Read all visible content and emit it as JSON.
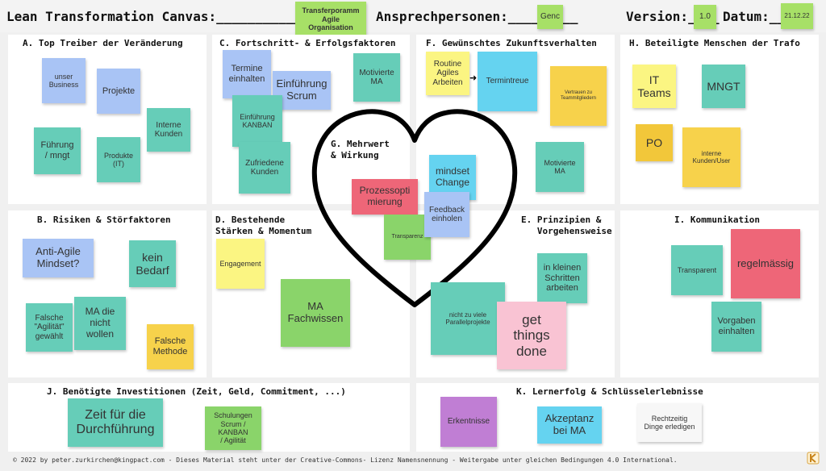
{
  "header": {
    "canvas_title": "Lean Transformation Canvas:___________",
    "project_note": "Transferporamm\nAgile\nOrganisation",
    "contacts_label": "Ansprechpersonen:_________",
    "contacts_note": "Genc",
    "version_label": "Version:____",
    "version_note": "1.0",
    "date_label": "Datum:____",
    "date_note": "21.12.22"
  },
  "sections": {
    "a": "A. Top Treiber der Veränderung",
    "b": "B. Risiken & Störfaktoren",
    "c": "C. Fortschritt- & Erfolgsfaktoren",
    "d": "D. Bestehende\nStärken & Momentum",
    "e": "E. Prinzipien &\n   Vorgehensweise",
    "f": "F. Gewünschtes Zukunftsverhalten",
    "g": "G. Mehrwert\n& Wirkung",
    "h": "H. Beteiligte Menschen der Trafo",
    "i": "I. Kommunikation",
    "j": "J. Benötigte Investitionen (Zeit, Geld, Commitment, ...)",
    "k": "K. Lernerfolg & Schlüsselerlebnisse"
  },
  "notes": {
    "a1": "unser\nBusiness",
    "a2": "Projekte",
    "a3": "Interne\nKunden",
    "a4": "Führung\n/ mngt",
    "a5": "Produkte\n(IT)",
    "b1": "Anti-Agile\nMindset?",
    "b2": "kein\nBedarf",
    "b3": "Falsche\n\"Agilität\"\ngewählt",
    "b4": "MA die\nnicht\nwollen",
    "b5": "Falsche\nMethode",
    "c1": "Termine\neinhalten",
    "c2": "Einführung\nScrum",
    "c3": "Motivierte\nMA",
    "c4": "Einführung\nKANBAN",
    "c5": "Zufriedene\nKunden",
    "d1": "Engagement",
    "d2": "MA\nFachwissen",
    "e1": "in kleinen\nSchritten\narbeiten",
    "e2": "nicht zu viele\nParallelprojekte",
    "e3": "get\nthings\ndone",
    "f1": "Routine\nAgiles\nArbeiten",
    "f2": "Termintreue",
    "f3": "Vertrauen zu\nTeammitgliedern",
    "f4": "Motivierte\nMA",
    "g1": "Prozessopti\nmierung",
    "g2": "mindset\nChange",
    "g3": "Feedback\neinholen",
    "g4": "Transparenz",
    "h1": "IT\nTeams",
    "h2": "MNGT",
    "h3": "PO",
    "h4": "interne\nKunden/User",
    "i1": "Transparent",
    "i2": "regelmässig",
    "i3": "Vorgaben\neinhalten",
    "j1": "Zeit für die\nDurchführung",
    "j2": "Schulungen\nScrum / KANBAN\n/ Agilität",
    "k1": "Erkentnisse",
    "k2": "Akzeptanz\nbei MA",
    "k3": "Rechtzeitig\nDinge erledigen"
  },
  "footer": {
    "text": "© 2022 by peter.zurkirchen@kingpact.com - Dieses Material steht unter der Creative-Commons- Lizenz Namensnennung - Weitergabe unter gleichen Bedingungen 4.0 International."
  },
  "colors": {
    "blue": "#a9c4f5",
    "teal": "#66cdb8",
    "yellow": "#fbf582",
    "orange": "#f7d24b",
    "green": "#8ad46a",
    "red": "#ee6678",
    "pink": "#f9c3d3",
    "cyan": "#65d3f0",
    "purple": "#c07ed4"
  },
  "icons": {
    "heart": "heart-outline-icon",
    "arrow": "arrow-right-icon",
    "logo": "kingpact-logo-icon"
  }
}
